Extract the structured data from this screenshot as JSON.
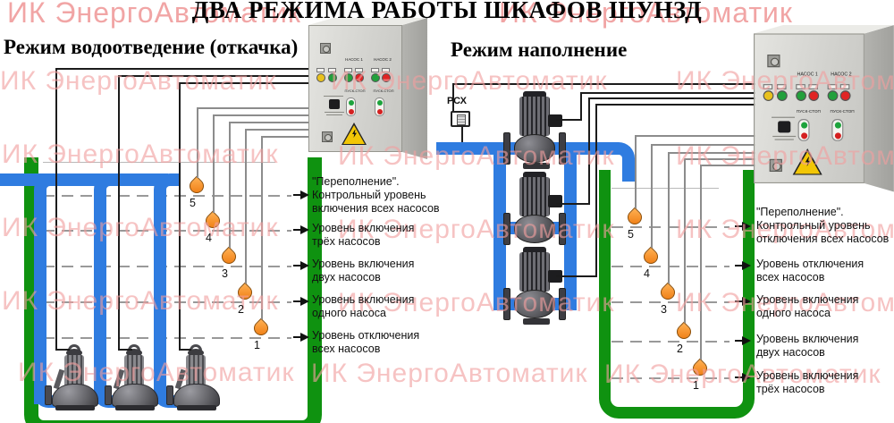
{
  "title": "ДВА РЕЖИМА РАБОТЫ ШКАФОВ ШУНЗД",
  "watermark": {
    "text": "ИК ЭнергоАвтоматик",
    "color": "#f29f9f"
  },
  "cabinet": {
    "pump1": "НАСОС 1",
    "pump2": "НАСОС 2",
    "start_stop": "ПУСК-СТОП",
    "warning_icon": "warning-triangle-icon",
    "colors": {
      "lamp_yellow": "#e8c11d",
      "lamp_green": "#22a03c",
      "lamp_red": "#e02424"
    }
  },
  "left": {
    "header": "Режим водоотведение (откачка)",
    "floats": [
      "5",
      "4",
      "3",
      "2",
      "1"
    ],
    "levels": [
      [
        "\"Переполнение\".",
        "Контрольный уровень",
        "включения всех насосов"
      ],
      [
        "Уровень включения",
        "трёх насосов"
      ],
      [
        "Уровень включения",
        "двух насосов"
      ],
      [
        "Уровень включения",
        "одного насоса"
      ],
      [
        "Уровень отключения",
        "всех насосов"
      ]
    ]
  },
  "right": {
    "header": "Режим наполнение",
    "sensor_label": "РСХ",
    "floats": [
      "5",
      "4",
      "3",
      "2",
      "1"
    ],
    "levels": [
      [
        "\"Переполнение\".",
        "Контрольный уровень",
        "отключения всех насосов"
      ],
      [
        "Уровень отключения",
        "всех насосов"
      ],
      [
        "Уровень включения",
        "одного насоса"
      ],
      [
        "Уровень включения",
        "двух насосов"
      ],
      [
        "Уровень включения",
        "трёх насосов"
      ]
    ]
  },
  "colors": {
    "tank_green": "#0f9210",
    "pipe_blue": "#2f7ce0",
    "float_orange": "#ee7a10"
  }
}
